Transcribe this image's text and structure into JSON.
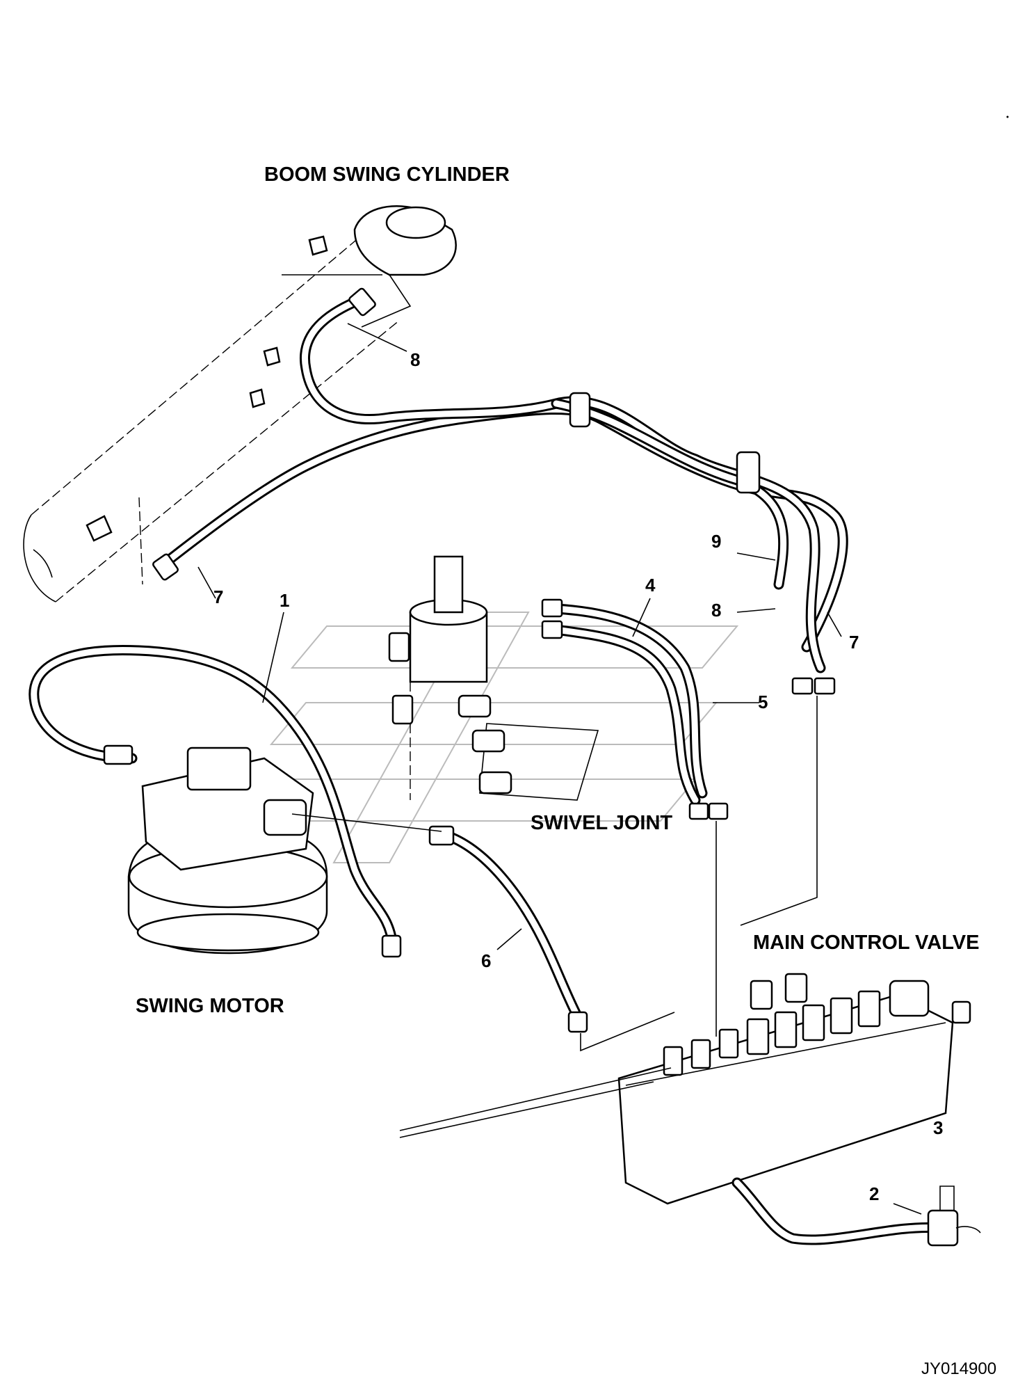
{
  "components": {
    "boom_swing_cylinder": "BOOM SWING CYLINDER",
    "swivel_joint": "SWIVEL JOINT",
    "main_control_valve": "MAIN CONTROL VALVE",
    "swing_motor": "SWING MOTOR"
  },
  "callouts": {
    "c1": "1",
    "c2": "2",
    "c3": "3",
    "c4": "4",
    "c5": "5",
    "c6": "6",
    "c7_left": "7",
    "c7_right": "7",
    "c8_top": "8",
    "c8_right": "8",
    "c9": "9"
  },
  "drawing_code": "JY014900"
}
